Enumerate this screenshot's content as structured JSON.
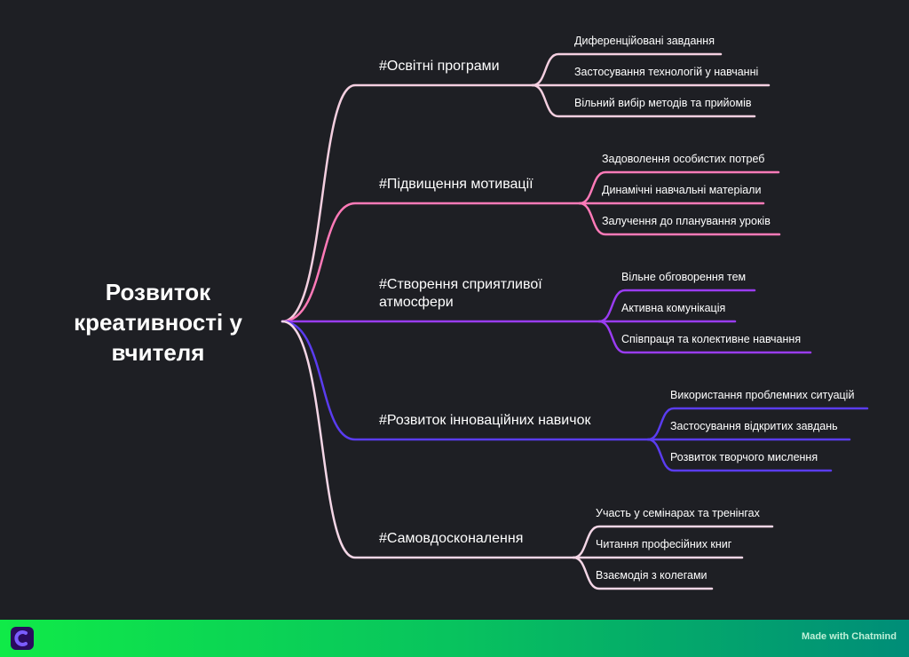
{
  "root": {
    "lines": [
      "Розвиток",
      "креативності у",
      "вчителя"
    ]
  },
  "colors": {
    "b1": "#f4cfe0",
    "b2": "#ff7ab8",
    "b3": "#9a3cf2",
    "b4": "#5a3cf0",
    "b5": "#f4d6e6"
  },
  "branches": [
    {
      "label": "#Освітні програми",
      "children": [
        "Диференційовані завдання",
        "Застосування технологій у навчанні",
        "Вільний вибір методів та прийомів"
      ]
    },
    {
      "label": "#Підвищення мотивації",
      "children": [
        "Задоволення особистих потреб",
        "Динамічні навчальні матеріали",
        "Залучення до планування уроків"
      ]
    },
    {
      "label": "#Створення сприятливої атмосфери",
      "label_lines": [
        "#Створення сприятливої",
        "атмосфери"
      ],
      "children": [
        "Вільне обговорення тем",
        "Активна комунікація",
        "Співпраця та колективне навчання"
      ]
    },
    {
      "label": "#Розвиток інноваційних навичок",
      "children": [
        "Використання проблемних ситуацій",
        "Застосування відкритих завдань",
        "Розвиток творчого мислення"
      ]
    },
    {
      "label": "#Самовдосконалення",
      "children": [
        "Участь у семінарах та тренінгах",
        "Читання професійних книг",
        "Взаємодія з колегами"
      ]
    }
  ],
  "footer": {
    "brand": "Made with Chatmind",
    "logo_letter": "C"
  }
}
